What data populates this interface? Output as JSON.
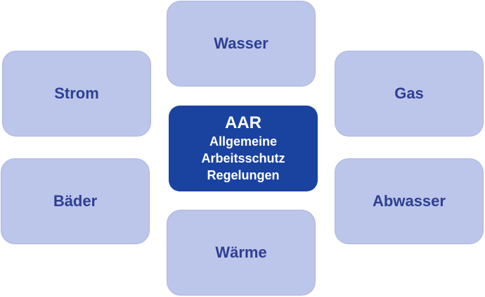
{
  "center": {
    "title": "AAR",
    "lines": [
      "Allgemeine",
      "Arbeitsschutz",
      "Regelungen"
    ]
  },
  "nodes": {
    "top": "Wasser",
    "upper_left": "Strom",
    "upper_right": "Gas",
    "lower_left": "Bäder",
    "lower_right": "Abwasser",
    "bottom": "Wärme"
  }
}
